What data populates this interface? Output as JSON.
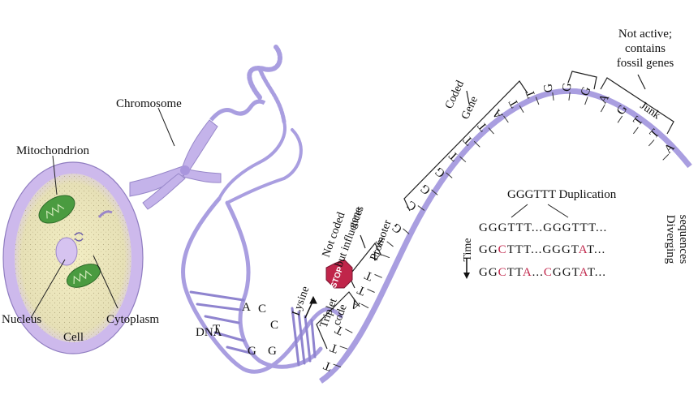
{
  "labels": {
    "chromosome": "Chromosome",
    "mitochondrion": "Mitochondrion",
    "nucleus": "Nucleus",
    "cytoplasm": "Cytoplasm",
    "cell": "Cell",
    "dna": "DNA",
    "lysine": "Lysine",
    "triplet": "Triplet",
    "code": "code",
    "stop": "STOP",
    "not_coded_1": "Not coded",
    "not_coded_2": "but influences",
    "not_coded_3": "gene",
    "promoter": "Promoter",
    "coded": "Coded",
    "gene": "Gene",
    "junk": "Junk",
    "not_active_1": "Not active;",
    "not_active_2": "contains",
    "not_active_3": "fossil genes",
    "duplication": "GGGTTT Duplication",
    "time": "Time",
    "diverging_1": "Diverging",
    "diverging_2": "sequences"
  },
  "helix_bases": [
    "A",
    "C",
    "T",
    "G",
    "C",
    "G"
  ],
  "strand_bases": [
    "T",
    "T",
    "T",
    "A",
    "T",
    "T",
    "A",
    "T",
    "G",
    "C",
    "G",
    "G",
    "T",
    "T",
    "T",
    "A",
    "T",
    "T",
    "G",
    "G",
    "G",
    "A",
    "G",
    "T",
    "T",
    "A"
  ],
  "duplication_rows": [
    [
      {
        "t": "GGGTTT",
        "c": "normal"
      },
      {
        "t": "...",
        "c": "normal"
      },
      {
        "t": "GGGTTT",
        "c": "normal"
      },
      {
        "t": "...",
        "c": "normal"
      }
    ],
    [
      {
        "t": "GG",
        "c": "normal"
      },
      {
        "t": "C",
        "c": "mut"
      },
      {
        "t": "TTT",
        "c": "normal"
      },
      {
        "t": "...",
        "c": "normal"
      },
      {
        "t": "GGGT",
        "c": "normal"
      },
      {
        "t": "A",
        "c": "mut"
      },
      {
        "t": "T",
        "c": "normal"
      },
      {
        "t": "...",
        "c": "normal"
      }
    ],
    [
      {
        "t": "GG",
        "c": "normal"
      },
      {
        "t": "C",
        "c": "mut"
      },
      {
        "t": "TT",
        "c": "normal"
      },
      {
        "t": "A",
        "c": "mut"
      },
      {
        "t": "...",
        "c": "normal"
      },
      {
        "t": "C",
        "c": "mut"
      },
      {
        "t": "GGT",
        "c": "normal"
      },
      {
        "t": "A",
        "c": "mut"
      },
      {
        "t": "T",
        "c": "normal"
      },
      {
        "t": "...",
        "c": "normal"
      }
    ]
  ],
  "colors": {
    "mutation": "#c0254a",
    "membrane": "#c7b3e6",
    "dna": "#a99ee0",
    "mito": "#3f8f3a",
    "stop": "#c0254a"
  }
}
